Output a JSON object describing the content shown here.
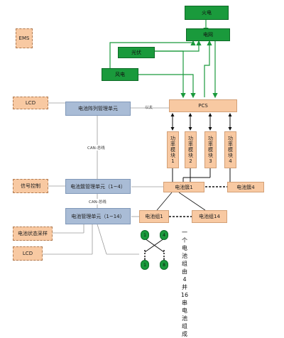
{
  "nodes": {
    "grid": "电网",
    "thermal": "火电",
    "solar": "光伏",
    "wind": "风电",
    "pcs": "PCS",
    "ems": "EMS",
    "lcd_top": "LCD",
    "array_mgmt": "电池阵列管理单元",
    "cluster_mgmt": "电池簇管理单元（1~4）",
    "battery_mgmt": "电池管理单元（1~14）",
    "signal_control": "信号控制",
    "battery_sampling": "电池状态采样",
    "lcd_bottom": "LCD",
    "cluster1": "电池簇1",
    "cluster4": "电池簇4",
    "group1": "电池组1",
    "group14": "电池组14"
  },
  "modules": [
    {
      "text": "功率模块",
      "num": "1"
    },
    {
      "text": "功率模块",
      "num": "2"
    },
    {
      "text": "功率模块",
      "num": "3"
    },
    {
      "text": "功率模块",
      "num": "4"
    }
  ],
  "labels": {
    "ethernet": "以太",
    "can_bus_1": "CAN-总线",
    "can_bus_2": "CAN-总线"
  },
  "cells": [
    "1",
    "4",
    "1",
    "8"
  ],
  "battery_desc": [
    "一",
    "个",
    "电",
    "池",
    "组",
    "由",
    "4",
    "并",
    "16",
    "串",
    "电",
    "池",
    "组",
    "成"
  ],
  "colors": {
    "green": "#1a9a3c",
    "blue": "#a9bcd6",
    "peach": "#f8c9a2"
  }
}
